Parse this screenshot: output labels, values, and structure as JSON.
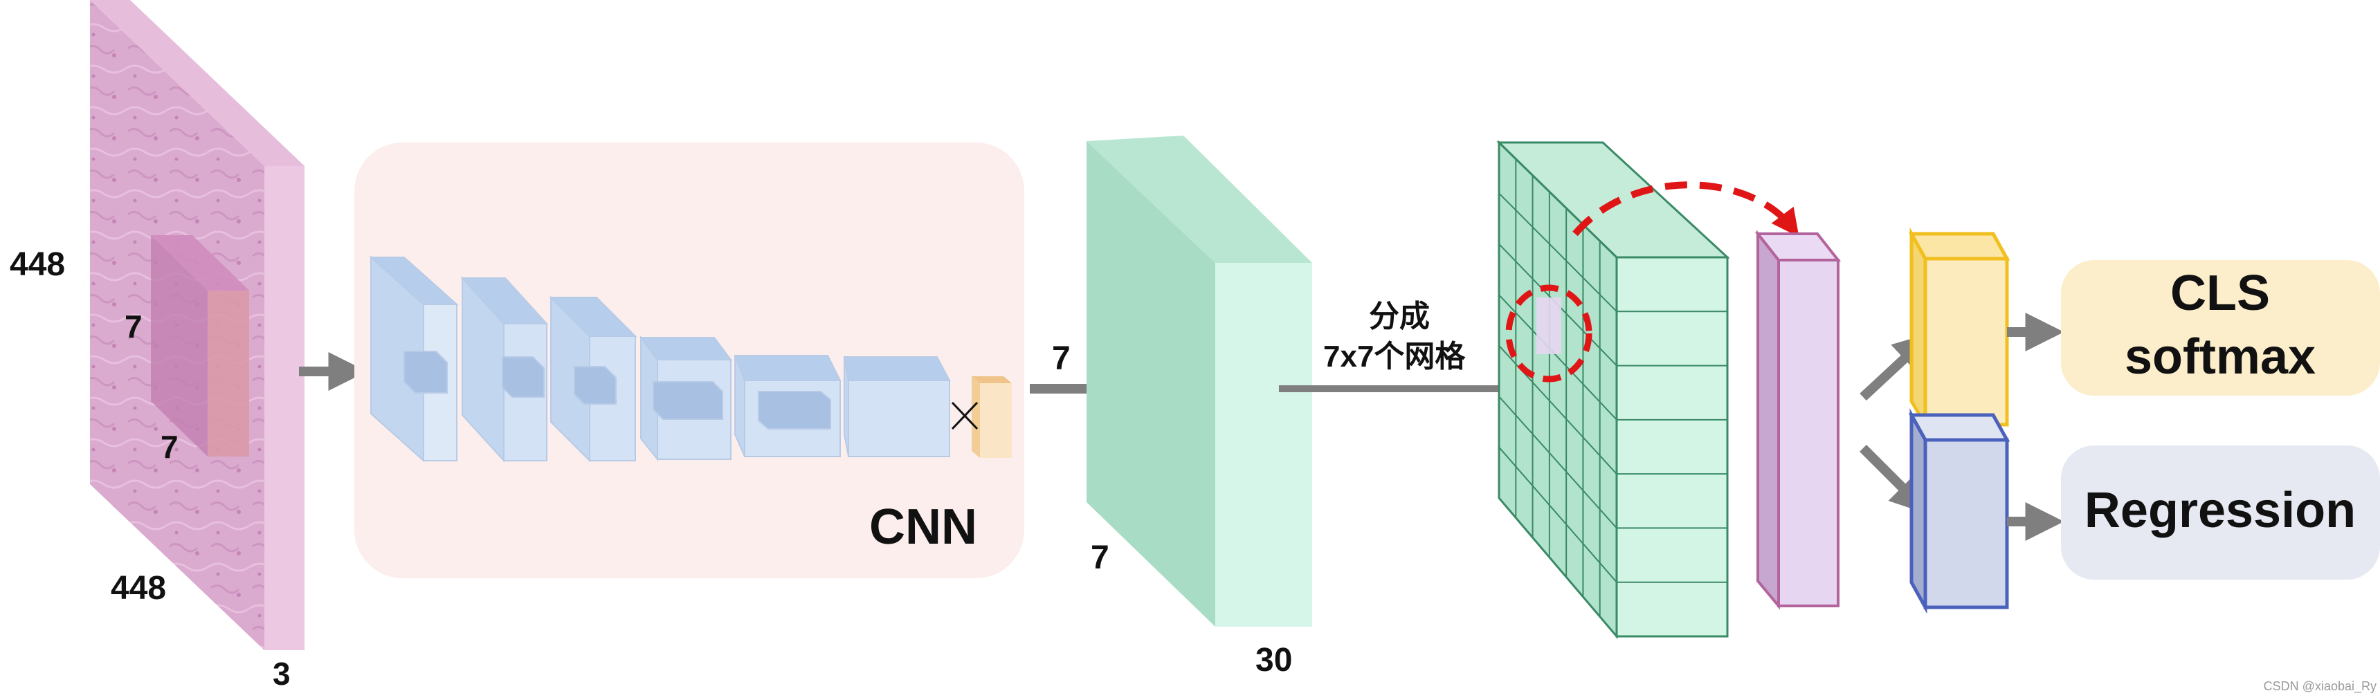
{
  "input": {
    "size_h": "448",
    "size_w": "448",
    "channels": "3",
    "patch_h": "7",
    "patch_w": "7"
  },
  "cnn": {
    "label": "CNN"
  },
  "feature_map": {
    "label_top": "7",
    "label_bottom": "7",
    "label_depth": "30"
  },
  "split": {
    "line1": "分成",
    "line2": "7x7个网格"
  },
  "heads": {
    "cls_line1": "CLS",
    "cls_line2": "softmax",
    "regression": "Regression"
  },
  "watermark": "CSDN @xiaobai_Ry",
  "colors": {
    "input_pink": "#d79fc9",
    "cnn_panel": "#fbeeec",
    "cnn_blue": "#c9daf2",
    "feature_green": "#bfe9d6",
    "grid_green": "#d2f5e6",
    "grid_stroke": "#3a8a66",
    "vector_purple": "#e7d6f1",
    "vector_purple_stroke": "#b3649c",
    "cls_yellow": "#fbebbd",
    "cls_yellow_stroke": "#f1bf1e",
    "reg_blue": "#d1d8ec",
    "reg_blue_stroke": "#4b62bc",
    "reg_panel": "#e6e9f2",
    "cls_panel": "#fceecb",
    "arrow_gray": "#7f7f7f",
    "dashed_red": "#e01515"
  }
}
